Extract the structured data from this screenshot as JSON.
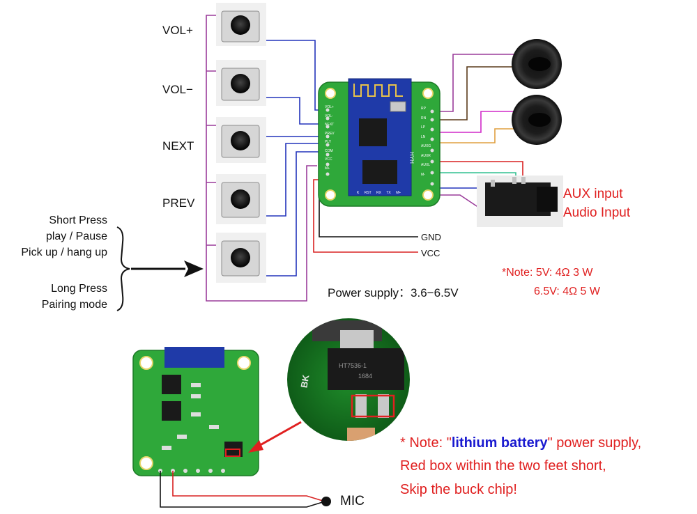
{
  "buttons": [
    {
      "label": "VOL+"
    },
    {
      "label": "VOL−"
    },
    {
      "label": "NEXT"
    },
    {
      "label": "PREV"
    },
    {
      "label": ""
    }
  ],
  "press_info": {
    "short_press": "Short Press",
    "short_line1": "play / Pause",
    "short_line2": "Pick up / hang up",
    "long_press": "Long Press",
    "long_line1": "Pairing mode"
  },
  "power": {
    "gnd": "GND",
    "vcc": "VCC",
    "supply": "Power supply：3.6−6.5V"
  },
  "aux": {
    "line1": "AUX input",
    "line2": "Audio Input"
  },
  "note_speaker": {
    "line1": "*Note: 5V: 4Ω 3 W",
    "line2": "6.5V: 4Ω 5 W"
  },
  "board_top_pins_left": [
    "VOL+",
    "VOL-",
    "NEXT",
    "PREV",
    "PLY",
    "COM",
    "VCC",
    "M+"
  ],
  "board_top_pins_right": [
    "RP",
    "RN",
    "LP",
    "LN",
    "AUXG",
    "AUXR",
    "AUXL",
    "M-"
  ],
  "board_bottom_pins": [
    "K",
    "RST",
    "RX",
    "TX",
    "M+"
  ],
  "board_module": "HYH",
  "mic": {
    "label": "MIC"
  },
  "zoom": {
    "chip_text1": "BK",
    "chip_text2": "HT7536-1",
    "chip_text3": "1684"
  },
  "note_battery": {
    "prefix": "* Note: \"",
    "highlight": "lithium battery",
    "suffix": "\" power supply,",
    "line2": "Red box within the two feet short,",
    "line3": "Skip the buck chip!"
  },
  "colors": {
    "wire_blue": "#2233bb",
    "wire_purple": "#9a3b9a",
    "wire_red": "#d82020",
    "wire_black": "#111111",
    "wire_brown": "#5a3a1a",
    "wire_magenta": "#d028c8",
    "wire_orange": "#e0a040",
    "wire_green": "#30c090",
    "pcb_green": "#2fa83a",
    "note_red": "#e02020",
    "highlight_blue": "#1a1ad0"
  }
}
